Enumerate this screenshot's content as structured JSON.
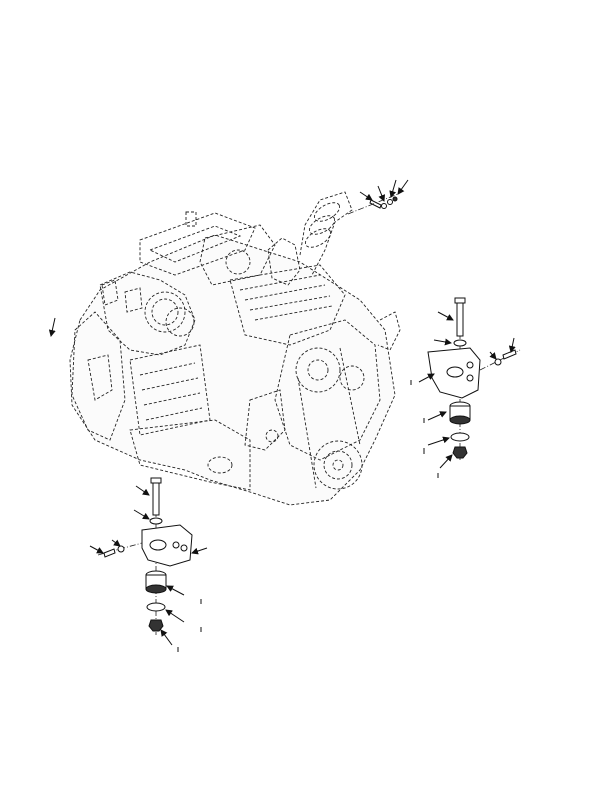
{
  "diagram": {
    "callouts": [
      {
        "id": "callout-left-edge-arrow"
      },
      {
        "id": "callout-top-bolt-1"
      },
      {
        "id": "callout-top-bolt-2"
      },
      {
        "id": "callout-top-bolt-3"
      },
      {
        "id": "callout-top-bolt-4"
      },
      {
        "id": "callout-right-bolt"
      },
      {
        "id": "callout-right-washer"
      },
      {
        "id": "callout-right-bracket"
      },
      {
        "id": "callout-right-side-bolt"
      },
      {
        "id": "callout-right-side-washer"
      },
      {
        "id": "callout-right-isolator"
      },
      {
        "id": "callout-right-flat-washer"
      },
      {
        "id": "callout-right-nut"
      },
      {
        "id": "callout-left-bolt"
      },
      {
        "id": "callout-left-washer"
      },
      {
        "id": "callout-left-bracket"
      },
      {
        "id": "callout-left-side-bolt"
      },
      {
        "id": "callout-left-side-washer"
      },
      {
        "id": "callout-left-isolator"
      },
      {
        "id": "callout-left-flat-washer"
      },
      {
        "id": "callout-left-nut"
      }
    ]
  }
}
